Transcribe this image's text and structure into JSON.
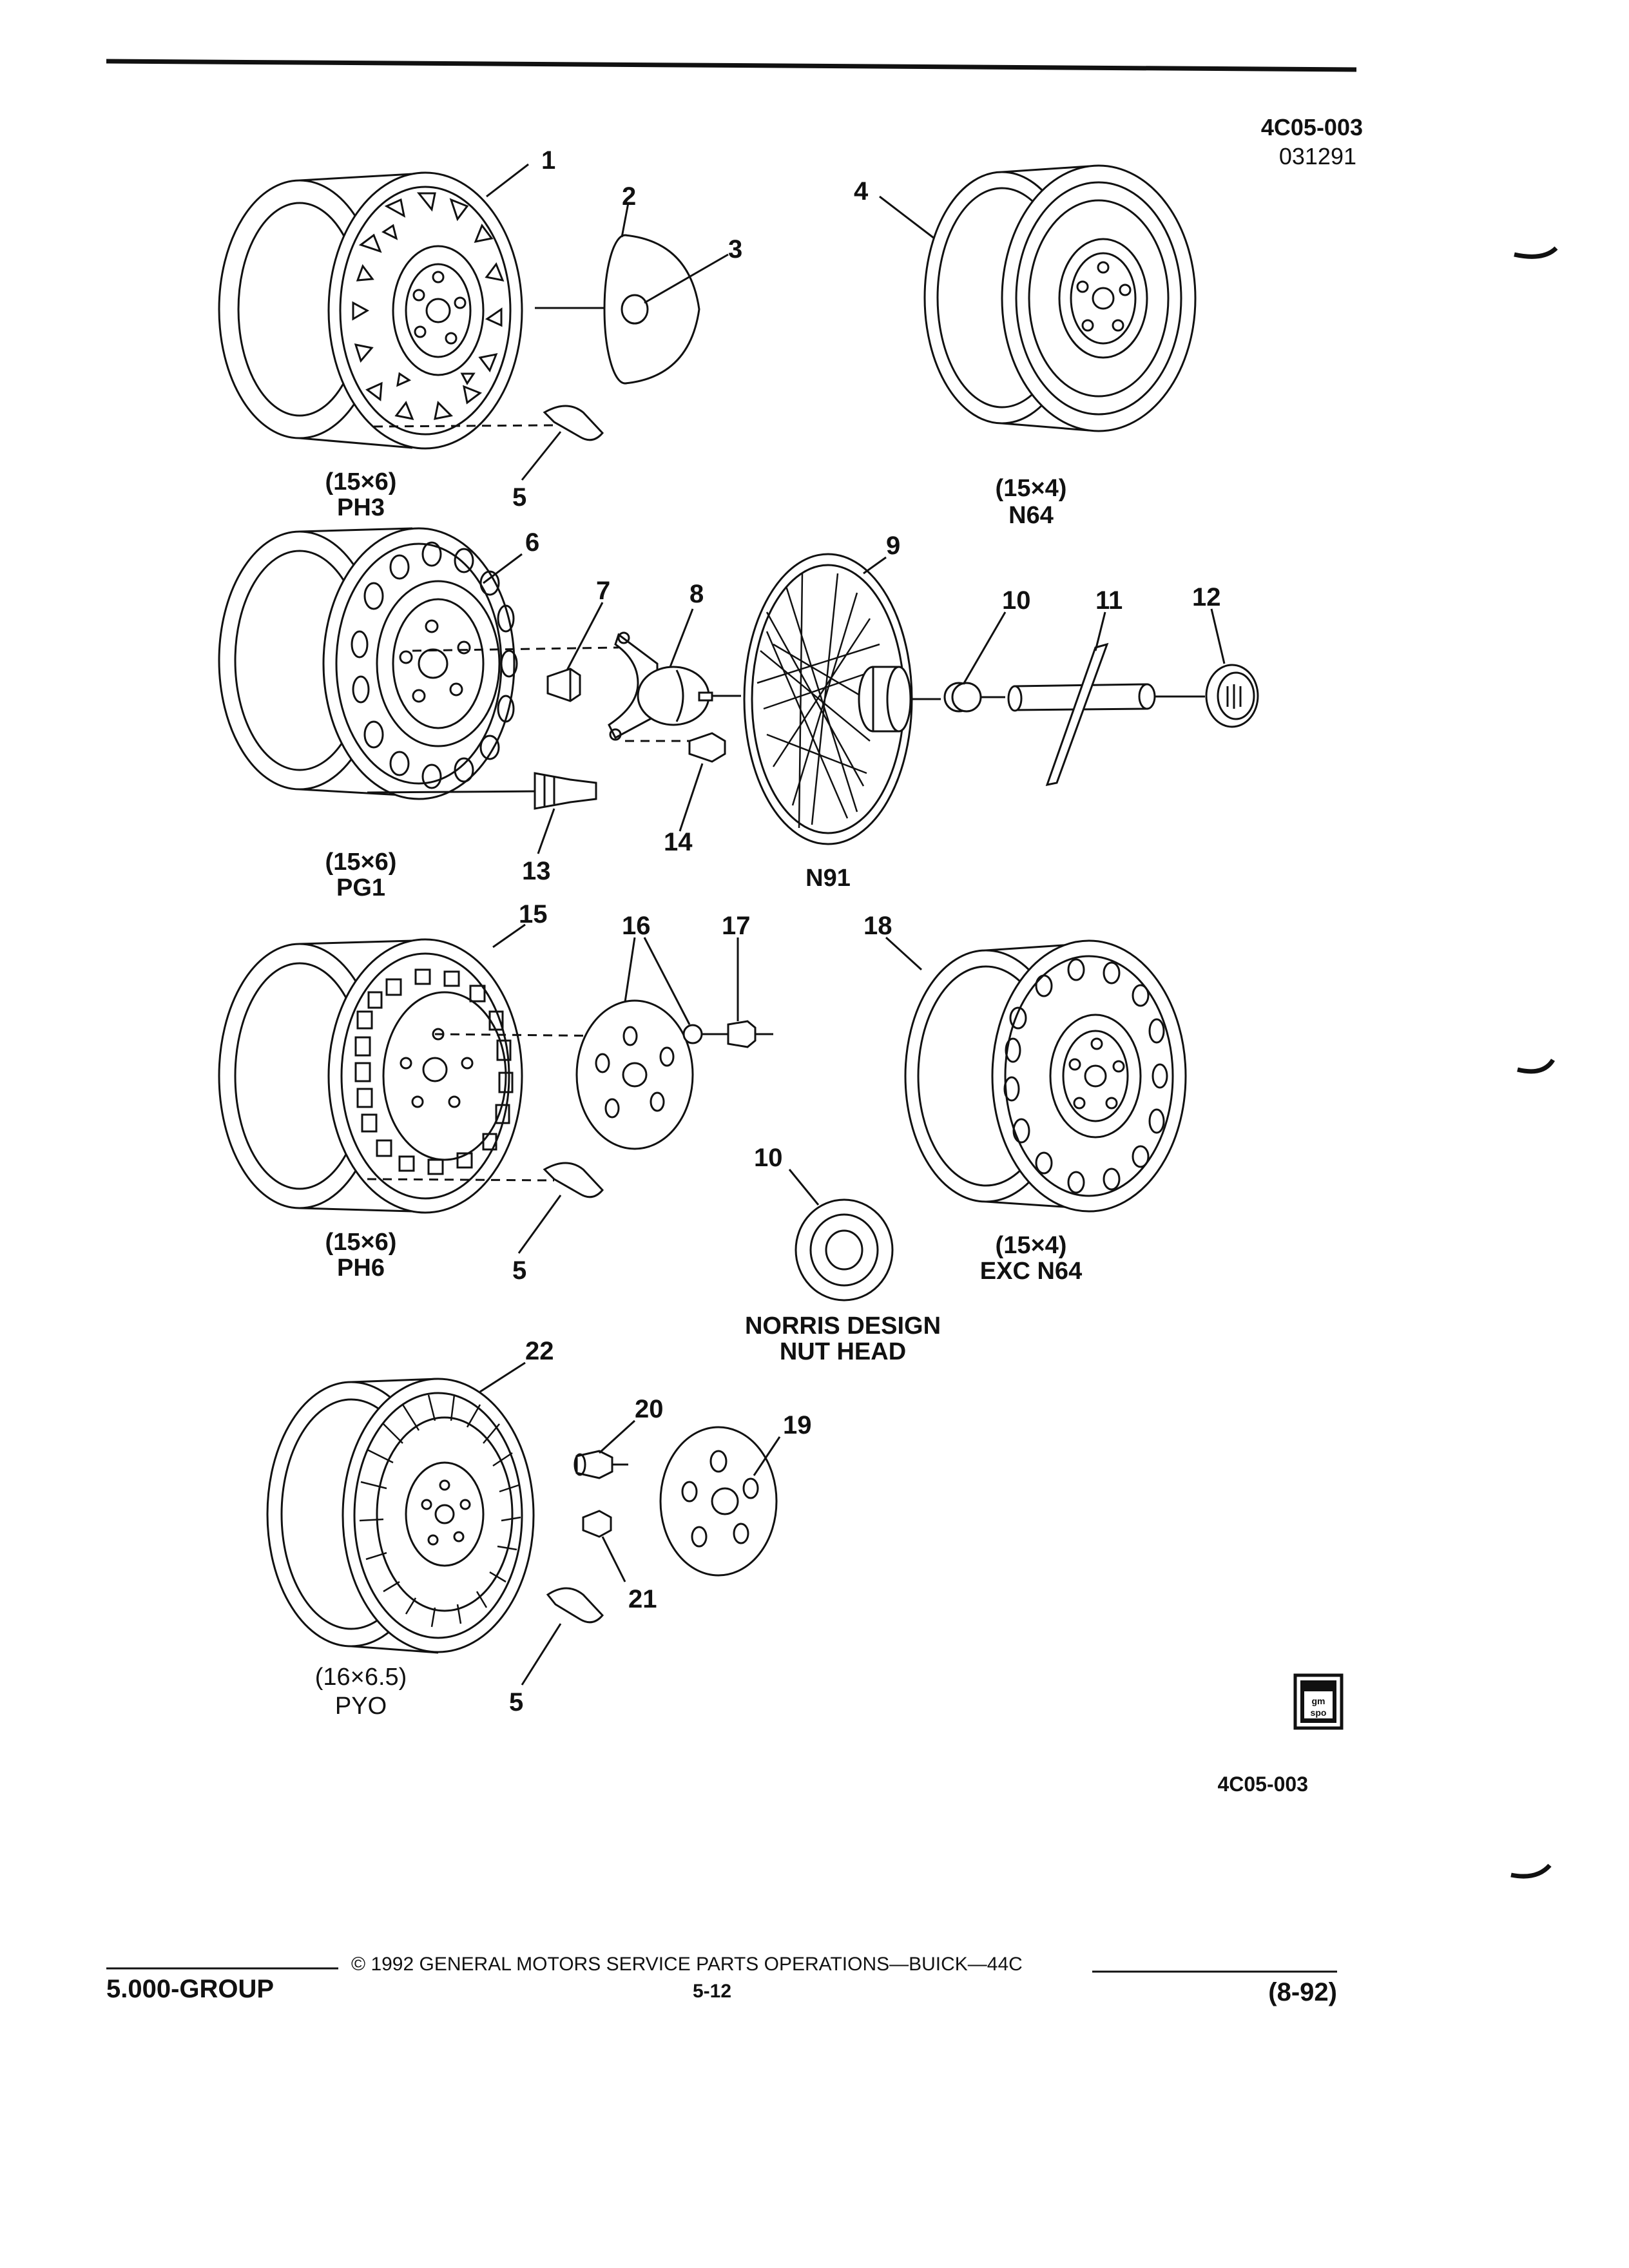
{
  "header": {
    "code": "4C05-003",
    "date_code": "031291"
  },
  "parts": {
    "p1": "1",
    "p2": "2",
    "p3": "3",
    "p4": "4",
    "p5a": "5",
    "p5b": "5",
    "p5c": "5",
    "p6": "6",
    "p7": "7",
    "p8": "8",
    "p9": "9",
    "p10a": "10",
    "p10b": "10",
    "p11": "11",
    "p12": "12",
    "p13": "13",
    "p14": "14",
    "p15": "15",
    "p16": "16",
    "p17": "17",
    "p18": "18",
    "p19": "19",
    "p20": "20",
    "p21": "21",
    "p22": "22"
  },
  "captions": {
    "ph3_size": "(15×6)",
    "ph3_code": "PH3",
    "n64_size": "(15×4)",
    "n64_code": "N64",
    "pg1_size": "(15×6)",
    "pg1_code": "PG1",
    "n91_code": "N91",
    "ph6_size": "(15×6)",
    "ph6_code": "PH6",
    "exc_size": "(15×4)",
    "exc_code": "EXC N64",
    "norris_line1": "NORRIS DESIGN",
    "norris_line2": "NUT HEAD",
    "pyo_size": "(16×6.5)",
    "pyo_code": "PYO"
  },
  "logo": "gm spo",
  "figure_code": "4C05-003",
  "footer": {
    "copyright": "© 1992 GENERAL MOTORS SERVICE PARTS OPERATIONS—BUICK—44C",
    "page": "5-12",
    "group": "5.000-GROUP",
    "revision": "(8-92)"
  }
}
